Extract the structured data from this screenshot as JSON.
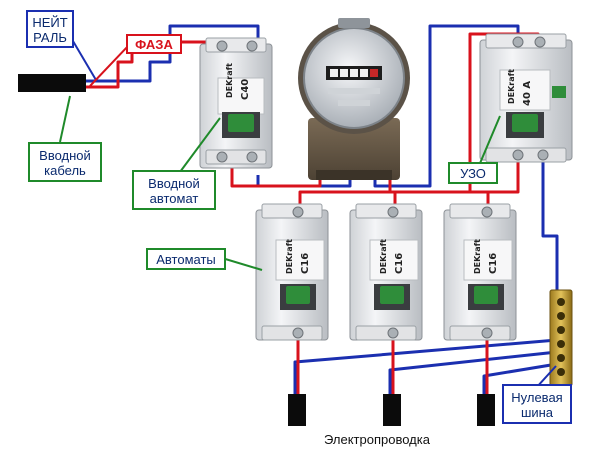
{
  "labels": {
    "neutral": "НЕЙТ\nРАЛЬ",
    "phase": "ФАЗА",
    "input_cable": "Вводной\nкабель",
    "input_breaker": "Вводной\nавтомат",
    "uzo": "УЗО",
    "breakers": "Автоматы",
    "zero_bus": "Нулевая\nшина",
    "wiring": "Электропроводка"
  },
  "device_marks": {
    "main_breaker_brand": "DEKraft",
    "main_breaker_rating": "C40",
    "rcd_brand": "DEKraft",
    "rcd_rating": "40 A",
    "breaker_brand": "DEKraft",
    "breaker_rating": "C16"
  },
  "colors": {
    "phase_wire": "#d8121c",
    "neutral_wire": "#1b2fb0",
    "label_blue": "#1b2fb0",
    "label_green": "#1f8a2a",
    "label_red": "#d8121c"
  }
}
